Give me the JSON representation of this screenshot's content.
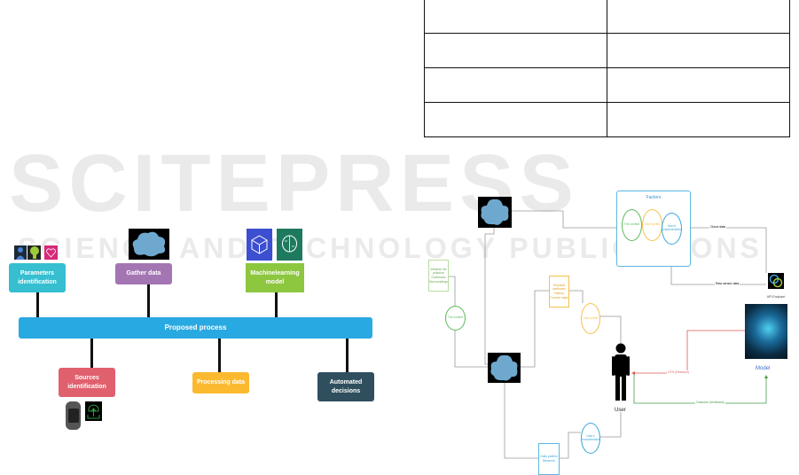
{
  "watermark": {
    "main": "SCITEPRESS",
    "sub": "SCIENCE AND TECHNOLOGY PUBLICATIONS"
  },
  "table": {
    "rows": [
      [
        "",
        ""
      ],
      [
        "",
        ""
      ],
      [
        "",
        ""
      ],
      [
        "",
        ""
      ]
    ]
  },
  "process": {
    "bar": "Proposed process",
    "top": [
      {
        "label": "Parameters identification",
        "color": "#35bfd0"
      },
      {
        "label": "Gather data",
        "color": "#a475b3"
      },
      {
        "label": "Machinelearning model",
        "color": "#8dc63f"
      }
    ],
    "bottom": [
      {
        "label": "Sources identification",
        "color": "#e0606e"
      },
      {
        "label": "Processing data",
        "color": "#fbb92f"
      },
      {
        "label": "Automated decisions",
        "color": "#2f4f5e"
      }
    ],
    "bar_color": "#29a9e1"
  },
  "flow": {
    "factors": {
      "title": "Factors",
      "items": [
        "The context",
        "User profile",
        "User's characteristics"
      ]
    },
    "cloud_data": "Cloud data",
    "raw_sensor": "Raw sensor data",
    "api": "API Endpoint",
    "model": "Model",
    "weather": "Weather Air pollution Outbreaks Surroundings",
    "context": "The context",
    "physical": "Physical attributes History Current state",
    "user_profile": "User profile",
    "user": "User",
    "decision": "UTH (Decision)",
    "outcome": "Outcome (feedback)",
    "pattern": "Daily pattern Behavior",
    "characteristics": "User's characteristics"
  }
}
